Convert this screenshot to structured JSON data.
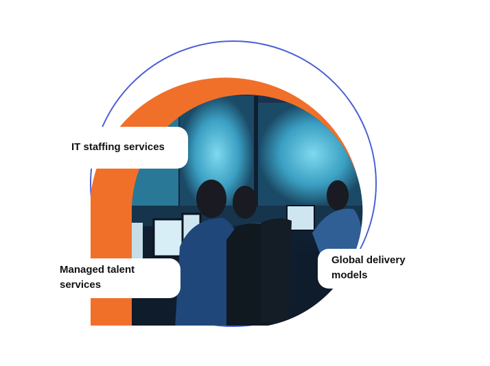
{
  "cards": {
    "it_staffing": "IT staffing services",
    "managed_talent_line1": "Managed talent",
    "managed_talent_line2": "services",
    "global_delivery_line1": "Global delivery",
    "global_delivery_line2": "models"
  },
  "colors": {
    "orange": "#f0702a",
    "ring": "#4a5fd6",
    "photo_dark": "#0c1a2c",
    "photo_light": "#5fc6e0"
  }
}
